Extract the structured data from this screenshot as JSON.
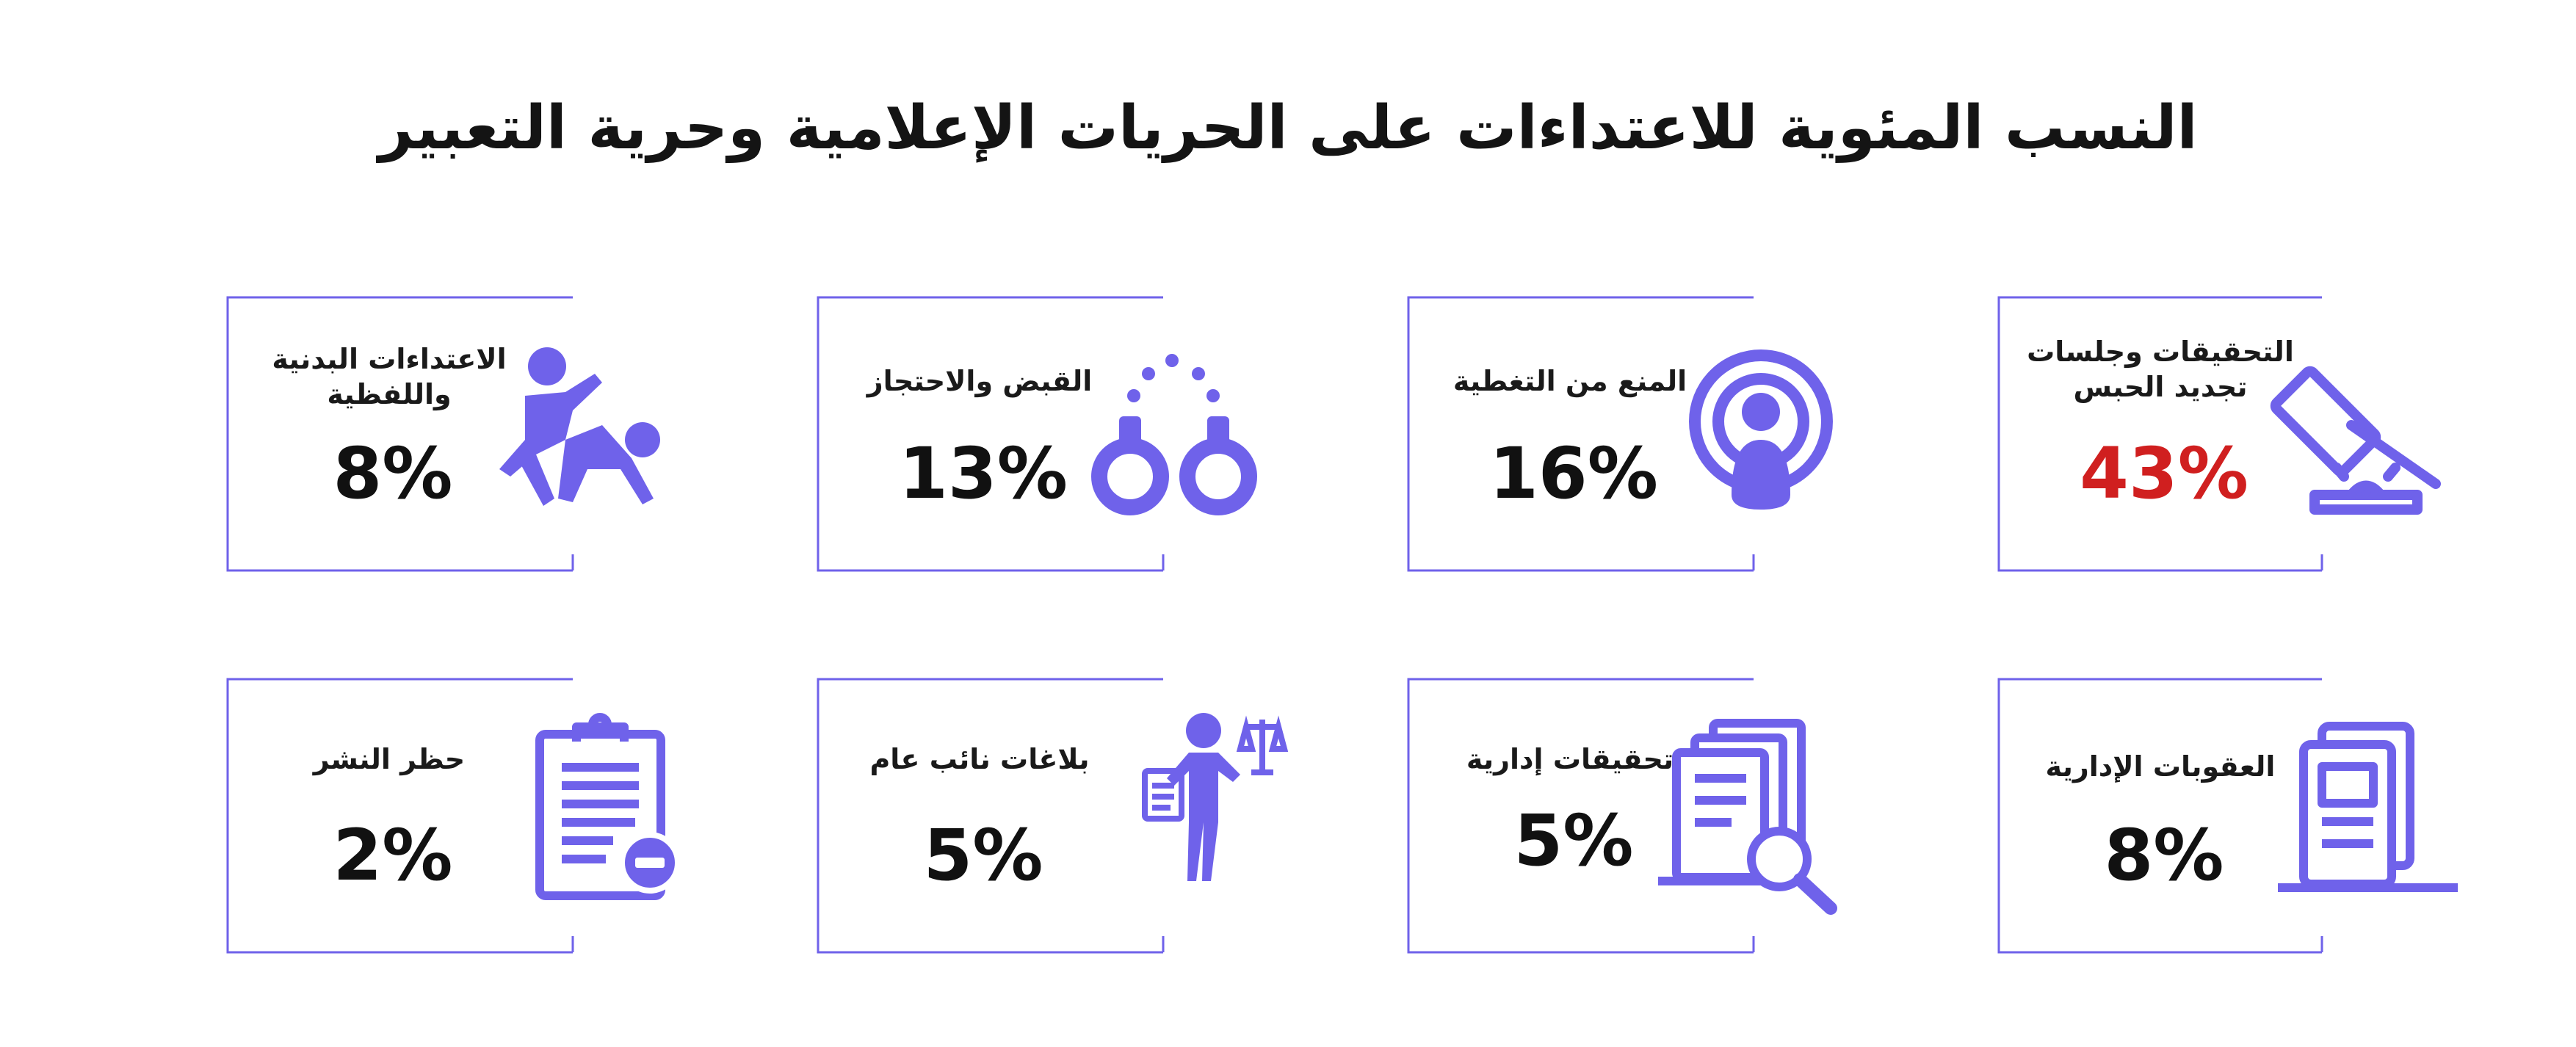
{
  "title": "النسب المئوية للاعتداءات على الحريات الإعلامية وحرية التعبير",
  "colors": {
    "accent": "#6f62ea",
    "highlight": "#d01f1f",
    "text": "#111111"
  },
  "chart_data": {
    "type": "table",
    "title": "النسب المئوية للاعتداءات على الحريات الإعلامية وحرية التعبير",
    "categories": [
      "التحقيقات وجلسات تجديد الحبس",
      "المنع من التغطية",
      "القبض والاحتجاز",
      "الاعتداءات البدنية واللفظية",
      "العقوبات الإدارية",
      "تحقيقات إدارية",
      "بلاغات نائب عام",
      "حظر النشر"
    ],
    "values": [
      43,
      16,
      13,
      8,
      8,
      5,
      5,
      2
    ],
    "unit": "%"
  },
  "cards": [
    {
      "label": "التحقيقات وجلسات تجديد الحبس",
      "value": "43%",
      "icon": "gavel-icon",
      "highlight": true
    },
    {
      "label": "المنع من التغطية",
      "value": "16%",
      "icon": "broadcast-person-icon",
      "highlight": false
    },
    {
      "label": "القبض والاحتجاز",
      "value": "13%",
      "icon": "handcuffs-icon",
      "highlight": false
    },
    {
      "label": "الاعتداءات البدنية واللفظية",
      "value": "8%",
      "icon": "fight-icon",
      "highlight": false
    },
    {
      "label": "العقوبات الإدارية",
      "value": "8%",
      "icon": "document-icon",
      "highlight": false
    },
    {
      "label": "تحقيقات إدارية",
      "value": "5%",
      "icon": "document-search-icon",
      "highlight": false
    },
    {
      "label": "بلاغات نائب عام",
      "value": "5%",
      "icon": "prosecutor-icon",
      "highlight": false
    },
    {
      "label": "حظر النشر",
      "value": "2%",
      "icon": "clipboard-ban-icon",
      "highlight": false
    }
  ]
}
